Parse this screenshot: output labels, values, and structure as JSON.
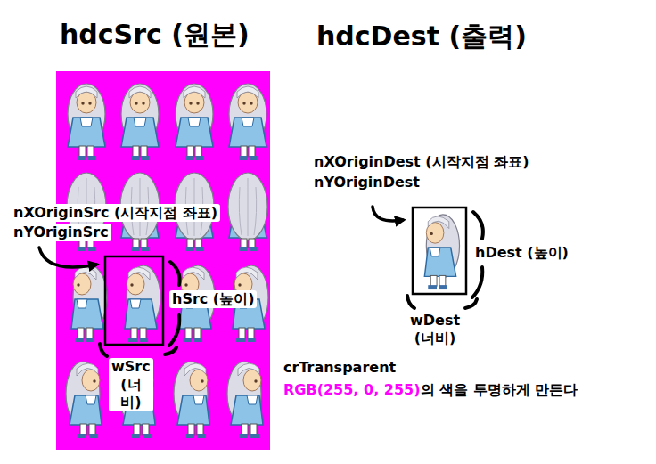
{
  "diagram": {
    "nodes": [
      {
        "text": [
          "hdcSrc (원본)"
        ]
      }
    ],
    "labels": [
      "hdcDest (출력)",
      "nXOriginSrc (시작지점 좌표)",
      "nYOriginSrc",
      "hSrc (높이)",
      "wSrc (너비)",
      "nXOriginDest (시작지점 좌표)",
      "nYOriginDest",
      "hDest (높이)",
      "wDest (너비)",
      "crTransparent",
      "RGB(255, 0, 255)",
      "의 색을 투명하게 만든다"
    ]
  }
}
